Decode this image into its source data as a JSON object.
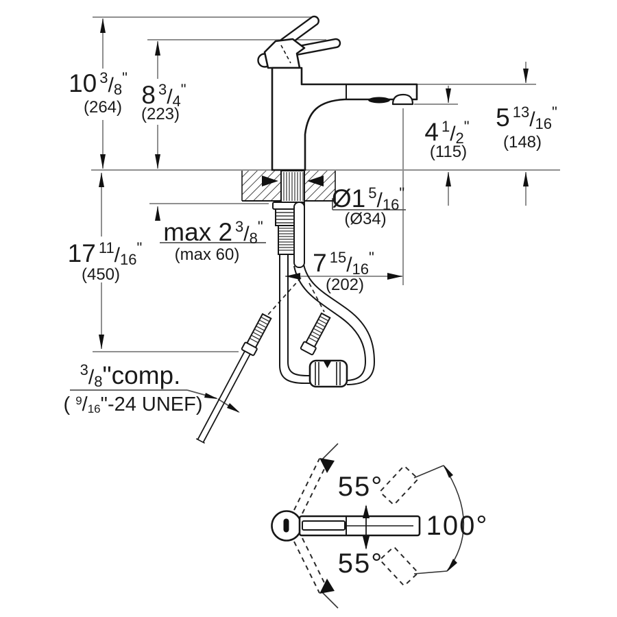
{
  "drawing": {
    "type": "faucet-installation-dimension-diagram",
    "colors": {
      "object_line": "#161616",
      "dimension_line": "#8f8f8f",
      "text": "#1a1a1a"
    },
    "glyphs": {
      "fraction_slash": "/"
    },
    "dimensions": {
      "total_height": {
        "whole": "10",
        "frac_num": "3",
        "frac_den": "8",
        "unit": "\"",
        "metric": "(264)"
      },
      "handle_height": {
        "whole": "8",
        "frac_num": "3",
        "frac_den": "4",
        "unit": "\"",
        "metric": "(223)"
      },
      "spout_underside_height": {
        "whole": "4",
        "frac_num": "1",
        "frac_den": "2",
        "unit": "\"",
        "metric": "(115)"
      },
      "spout_top_height": {
        "whole": "5",
        "frac_num": "13",
        "frac_den": "16",
        "unit": "\"",
        "metric": "(148)"
      },
      "hole_diameter": {
        "whole": "Ø1",
        "frac_num": "5",
        "frac_den": "16",
        "unit": "\"",
        "metric": "(Ø34)"
      },
      "max_counter_thickness": {
        "whole": "max 2",
        "frac_num": "3",
        "frac_den": "8",
        "unit": "\"",
        "metric": "(max 60)"
      },
      "hose_drop": {
        "whole": "17",
        "frac_num": "11",
        "frac_den": "16",
        "unit": "\"",
        "metric": "(450)"
      },
      "spout_reach": {
        "whole": "7",
        "frac_num": "15",
        "frac_den": "16",
        "unit": "\"",
        "metric": "(202)"
      },
      "supply_connection": {
        "frac_num": "3",
        "frac_den": "8",
        "suffix": "\"comp."
      },
      "supply_thread": {
        "prefix": "( ",
        "frac_num": "9",
        "frac_den": "16",
        "suffix": "\"-24 UNEF)"
      }
    },
    "angles": {
      "swivel_upper": "55°",
      "swivel_lower": "55°",
      "swivel_total": "100°"
    }
  }
}
